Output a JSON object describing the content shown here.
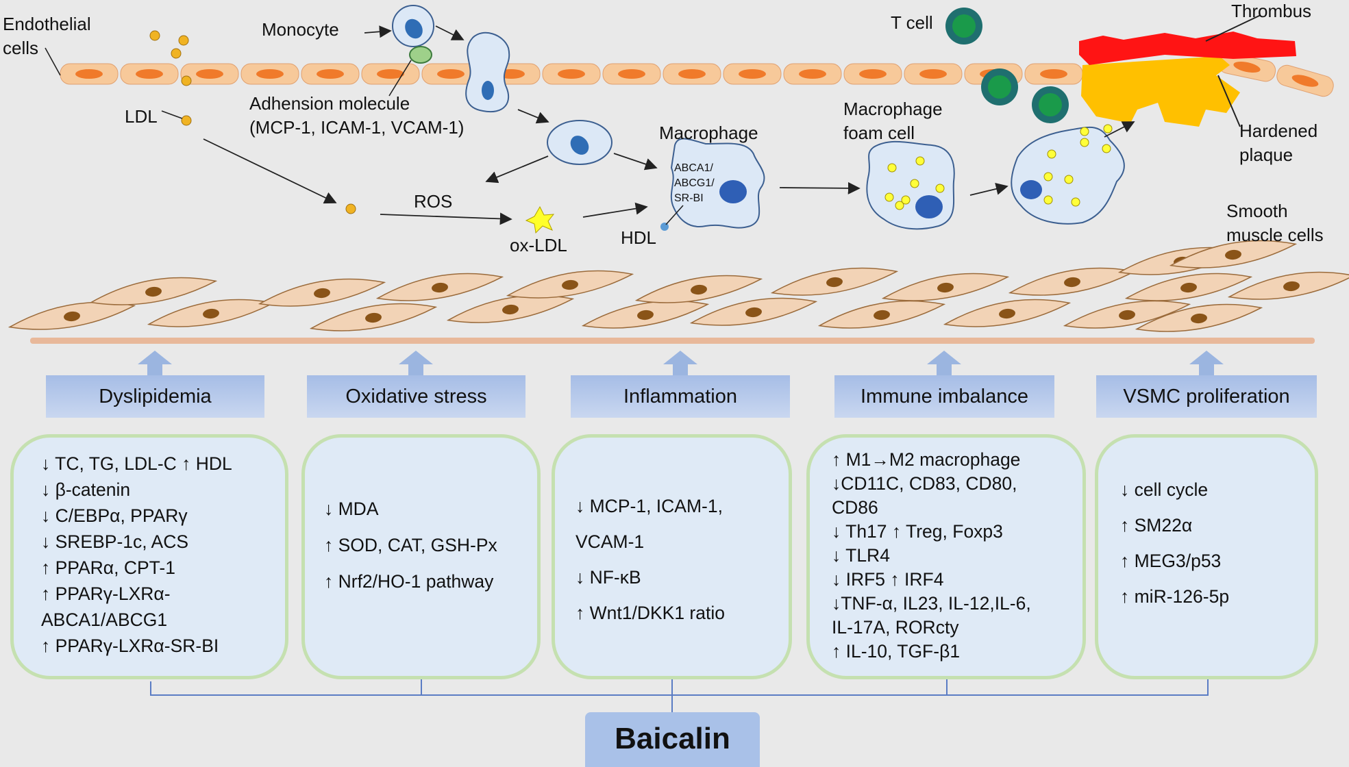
{
  "labels": {
    "endothelial": [
      "Endothelial",
      "cells"
    ],
    "monocyte": "Monocyte",
    "adhesion": [
      "Adhension molecule",
      "(MCP-1, ICAM-1, VCAM-1)"
    ],
    "ldl": "LDL",
    "ros": "ROS",
    "ox_ldl": "ox-LDL",
    "hdl": "HDL",
    "macrophage": "Macrophage",
    "receptors": [
      "ABCA1/",
      "ABCG1/",
      "SR-BI"
    ],
    "foam_cell": [
      "Macrophage",
      "foam cell"
    ],
    "t_cell": "T cell",
    "thrombus": "Thrombus",
    "plaque": [
      "Hardened",
      "plaque"
    ],
    "smooth_muscle": [
      "Smooth",
      "muscle cells"
    ]
  },
  "categories": [
    {
      "title": "Dyslipidemia",
      "items": [
        "↓ TC, TG, LDL-C  ↑ HDL",
        "↓ β-catenin",
        "↓ C/EBPα, PPARγ",
        "↓ SREBP-1c, ACS",
        "↑ PPARα, CPT-1",
        "↑ PPARγ-LXRα-",
        "ABCA1/ABCG1",
        "↑ PPARγ-LXRα-SR-BI"
      ]
    },
    {
      "title": "Oxidative stress",
      "items": [
        "↓ MDA",
        "↑ SOD, CAT, GSH-Px",
        "↑ Nrf2/HO-1 pathway"
      ]
    },
    {
      "title": "Inflammation",
      "items": [
        "↓ MCP-1, ICAM-1,",
        "VCAM-1",
        "↓ NF-κB",
        "↑ Wnt1/DKK1 ratio"
      ]
    },
    {
      "title": "Immune imbalance",
      "items": [
        "↑ M1→M2 macrophage",
        "↓CD11C, CD83, CD80,",
        "CD86",
        "↓ Th17   ↑ Treg,  Foxp3",
        "↓ TLR4",
        "↓ IRF5    ↑ IRF4",
        "↓TNF-α, IL23, IL-12,IL-6,",
        "IL-17A, RORcty",
        "↑ IL-10, TGF-β1"
      ]
    },
    {
      "title": "VSMC proliferation",
      "items": [
        "↓ cell cycle",
        "↑ SM22α",
        "↑ MEG3/p53",
        "↑ miR-126-5p"
      ]
    }
  ],
  "center": "Baicalin",
  "colors": {
    "endothelial": "#f7c99a",
    "nucleus": "#f07a2a",
    "thrombus": "#ff1a1a",
    "plaque": "#ffc000",
    "tcell": "#1f6f6f",
    "header": "#a9c1e8",
    "box_border": "#c5e0b0",
    "box_fill": "#dfeaf6",
    "smc": "#f2d3b6"
  }
}
